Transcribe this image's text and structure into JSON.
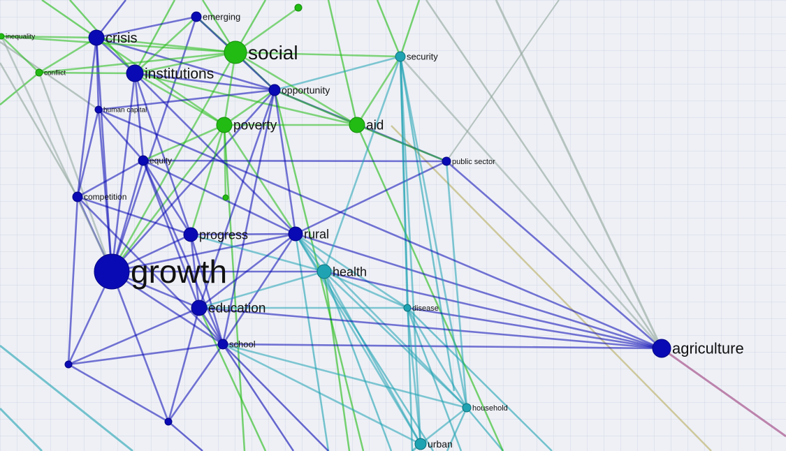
{
  "colors": {
    "blue": "#0a0ab4",
    "green": "#22bb14",
    "teal": "#1fa3b3",
    "olive": "#b9ad60",
    "magenta": "#9b3a7c",
    "grey": "#8fa59a"
  },
  "nodes": [
    {
      "id": "emerging",
      "label": "emerging",
      "group": "blue"
    },
    {
      "id": "inequality",
      "label": "inequality",
      "group": "green"
    },
    {
      "id": "crisis",
      "label": "crisis",
      "group": "blue"
    },
    {
      "id": "social",
      "label": "social",
      "group": "green"
    },
    {
      "id": "security",
      "label": "security",
      "group": "teal"
    },
    {
      "id": "conflict",
      "label": "conflict",
      "group": "green"
    },
    {
      "id": "institutions",
      "label": "institutions",
      "group": "blue"
    },
    {
      "id": "opportunity",
      "label": "opportunity",
      "group": "blue"
    },
    {
      "id": "human_capital",
      "label": "human capital",
      "group": "blue"
    },
    {
      "id": "poverty",
      "label": "poverty",
      "group": "green"
    },
    {
      "id": "aid",
      "label": "aid",
      "group": "green"
    },
    {
      "id": "equity",
      "label": "equity",
      "group": "blue"
    },
    {
      "id": "public_sector",
      "label": "public sector",
      "group": "blue"
    },
    {
      "id": "competition",
      "label": "competition",
      "group": "blue"
    },
    {
      "id": "progress",
      "label": "progress",
      "group": "blue"
    },
    {
      "id": "rural",
      "label": "rural",
      "group": "blue"
    },
    {
      "id": "growth",
      "label": "growth",
      "group": "blue"
    },
    {
      "id": "health",
      "label": "health",
      "group": "teal"
    },
    {
      "id": "education",
      "label": "education",
      "group": "blue"
    },
    {
      "id": "disease",
      "label": "disease",
      "group": "teal"
    },
    {
      "id": "school",
      "label": "school",
      "group": "blue"
    },
    {
      "id": "agriculture",
      "label": "agriculture",
      "group": "blue"
    },
    {
      "id": "household",
      "label": "household",
      "group": "teal"
    },
    {
      "id": "urban",
      "label": "urban",
      "group": "teal"
    },
    {
      "id": "u_green_top",
      "label": "",
      "group": "green"
    },
    {
      "id": "u_green_mid",
      "label": "",
      "group": "green"
    },
    {
      "id": "u_blue_left",
      "label": "",
      "group": "blue"
    },
    {
      "id": "u_blue_bottom",
      "label": "",
      "group": "blue"
    }
  ],
  "edges": [
    [
      "growth",
      "crisis",
      "blue"
    ],
    [
      "growth",
      "institutions",
      "blue"
    ],
    [
      "growth",
      "equity",
      "blue"
    ],
    [
      "growth",
      "competition",
      "blue"
    ],
    [
      "growth",
      "progress",
      "blue"
    ],
    [
      "growth",
      "rural",
      "blue"
    ],
    [
      "growth",
      "education",
      "blue"
    ],
    [
      "growth",
      "school",
      "blue"
    ],
    [
      "growth",
      "opportunity",
      "blue"
    ],
    [
      "growth",
      "human_capital",
      "blue"
    ],
    [
      "growth",
      "emerging",
      "blue"
    ],
    [
      "growth",
      "u_blue_left",
      "blue"
    ],
    [
      "growth",
      "u_blue_bottom",
      "blue"
    ],
    [
      "growth",
      "health",
      "blue"
    ],
    [
      "growth",
      "poverty",
      "green"
    ],
    [
      "growth",
      "social",
      "green"
    ],
    [
      "growth",
      "inequality",
      "grey"
    ],
    [
      "growth",
      "conflict",
      "grey"
    ],
    [
      "crisis",
      "institutions",
      "blue"
    ],
    [
      "crisis",
      "emerging",
      "blue"
    ],
    [
      "crisis",
      "opportunity",
      "blue"
    ],
    [
      "crisis",
      "human_capital",
      "blue"
    ],
    [
      "crisis",
      "competition",
      "blue"
    ],
    [
      "crisis",
      "social",
      "green"
    ],
    [
      "crisis",
      "poverty",
      "green"
    ],
    [
      "crisis",
      "conflict",
      "green"
    ],
    [
      "crisis",
      "inequality",
      "green"
    ],
    [
      "institutions",
      "opportunity",
      "blue"
    ],
    [
      "institutions",
      "equity",
      "blue"
    ],
    [
      "institutions",
      "rural",
      "blue"
    ],
    [
      "institutions",
      "progress",
      "blue"
    ],
    [
      "institutions",
      "social",
      "green"
    ],
    [
      "institutions",
      "poverty",
      "green"
    ],
    [
      "institutions",
      "aid",
      "green"
    ],
    [
      "institutions",
      "emerging",
      "green"
    ],
    [
      "opportunity",
      "rural",
      "blue"
    ],
    [
      "opportunity",
      "education",
      "blue"
    ],
    [
      "opportunity",
      "school",
      "blue"
    ],
    [
      "opportunity",
      "security",
      "teal"
    ],
    [
      "opportunity",
      "public_sector",
      "blue"
    ],
    [
      "opportunity",
      "social",
      "green"
    ],
    [
      "opportunity",
      "aid",
      "green"
    ],
    [
      "opportunity",
      "poverty",
      "green"
    ],
    [
      "opportunity",
      "human_capital",
      "blue"
    ],
    [
      "poverty",
      "aid",
      "green"
    ],
    [
      "poverty",
      "social",
      "green"
    ],
    [
      "poverty",
      "equity",
      "green"
    ],
    [
      "poverty",
      "progress",
      "green"
    ],
    [
      "poverty",
      "rural",
      "green"
    ],
    [
      "poverty",
      "u_green_mid",
      "green"
    ],
    [
      "aid",
      "security",
      "green"
    ],
    [
      "aid",
      "social",
      "green"
    ],
    [
      "aid",
      "public_sector",
      "green"
    ],
    [
      "social",
      "emerging",
      "green"
    ],
    [
      "social",
      "u_green_top",
      "green"
    ],
    [
      "social",
      "security",
      "green"
    ],
    [
      "social",
      "inequality",
      "green"
    ],
    [
      "social",
      "conflict",
      "green"
    ],
    [
      "equity",
      "competition",
      "blue"
    ],
    [
      "equity",
      "progress",
      "blue"
    ],
    [
      "equity",
      "rural",
      "blue"
    ],
    [
      "equity",
      "public_sector",
      "blue"
    ],
    [
      "equity",
      "education",
      "blue"
    ],
    [
      "equity",
      "school",
      "blue"
    ],
    [
      "competition",
      "progress",
      "blue"
    ],
    [
      "competition",
      "u_blue_left",
      "blue"
    ],
    [
      "competition",
      "school",
      "blue"
    ],
    [
      "progress",
      "rural",
      "blue"
    ],
    [
      "progress",
      "education",
      "blue"
    ],
    [
      "progress",
      "school",
      "blue"
    ],
    [
      "progress",
      "health",
      "teal"
    ],
    [
      "rural",
      "health",
      "teal"
    ],
    [
      "rural",
      "agriculture",
      "blue"
    ],
    [
      "rural",
      "school",
      "blue"
    ],
    [
      "rural",
      "education",
      "blue"
    ],
    [
      "rural",
      "public_sector",
      "blue"
    ],
    [
      "rural",
      "disease",
      "teal"
    ],
    [
      "rural",
      "household",
      "teal"
    ],
    [
      "rural",
      "urban",
      "teal"
    ],
    [
      "health",
      "disease",
      "teal"
    ],
    [
      "health",
      "household",
      "teal"
    ],
    [
      "health",
      "urban",
      "teal"
    ],
    [
      "health",
      "security",
      "teal"
    ],
    [
      "health",
      "education",
      "teal"
    ],
    [
      "health",
      "agriculture",
      "blue"
    ],
    [
      "education",
      "school",
      "blue"
    ],
    [
      "education",
      "u_blue_left",
      "blue"
    ],
    [
      "education",
      "u_blue_bottom",
      "blue"
    ],
    [
      "education",
      "agriculture",
      "blue"
    ],
    [
      "education",
      "disease",
      "teal"
    ],
    [
      "school",
      "agriculture",
      "blue"
    ],
    [
      "school",
      "u_blue_left",
      "blue"
    ],
    [
      "school",
      "u_blue_bottom",
      "blue"
    ],
    [
      "school",
      "urban",
      "teal"
    ],
    [
      "school",
      "household",
      "teal"
    ],
    [
      "disease",
      "household",
      "teal"
    ],
    [
      "disease",
      "urban",
      "teal"
    ],
    [
      "disease",
      "security",
      "teal"
    ],
    [
      "disease",
      "agriculture",
      "blue"
    ],
    [
      "household",
      "urban",
      "teal"
    ],
    [
      "security",
      "urban",
      "teal"
    ],
    [
      "security",
      "household",
      "teal"
    ],
    [
      "public_sector",
      "agriculture",
      "blue"
    ],
    [
      "public_sector",
      "household",
      "teal"
    ],
    [
      "agriculture",
      "security",
      "grey"
    ],
    [
      "agriculture",
      "human_capital",
      "blue"
    ],
    [
      "u_blue_left",
      "u_blue_bottom",
      "blue"
    ],
    [
      "human_capital",
      "competition",
      "blue"
    ],
    [
      "human_capital",
      "equity",
      "blue"
    ],
    [
      "emerging",
      "opportunity",
      "blue"
    ],
    [
      "inequality",
      "conflict",
      "green"
    ],
    [
      "conflict",
      "institutions",
      "green"
    ]
  ]
}
